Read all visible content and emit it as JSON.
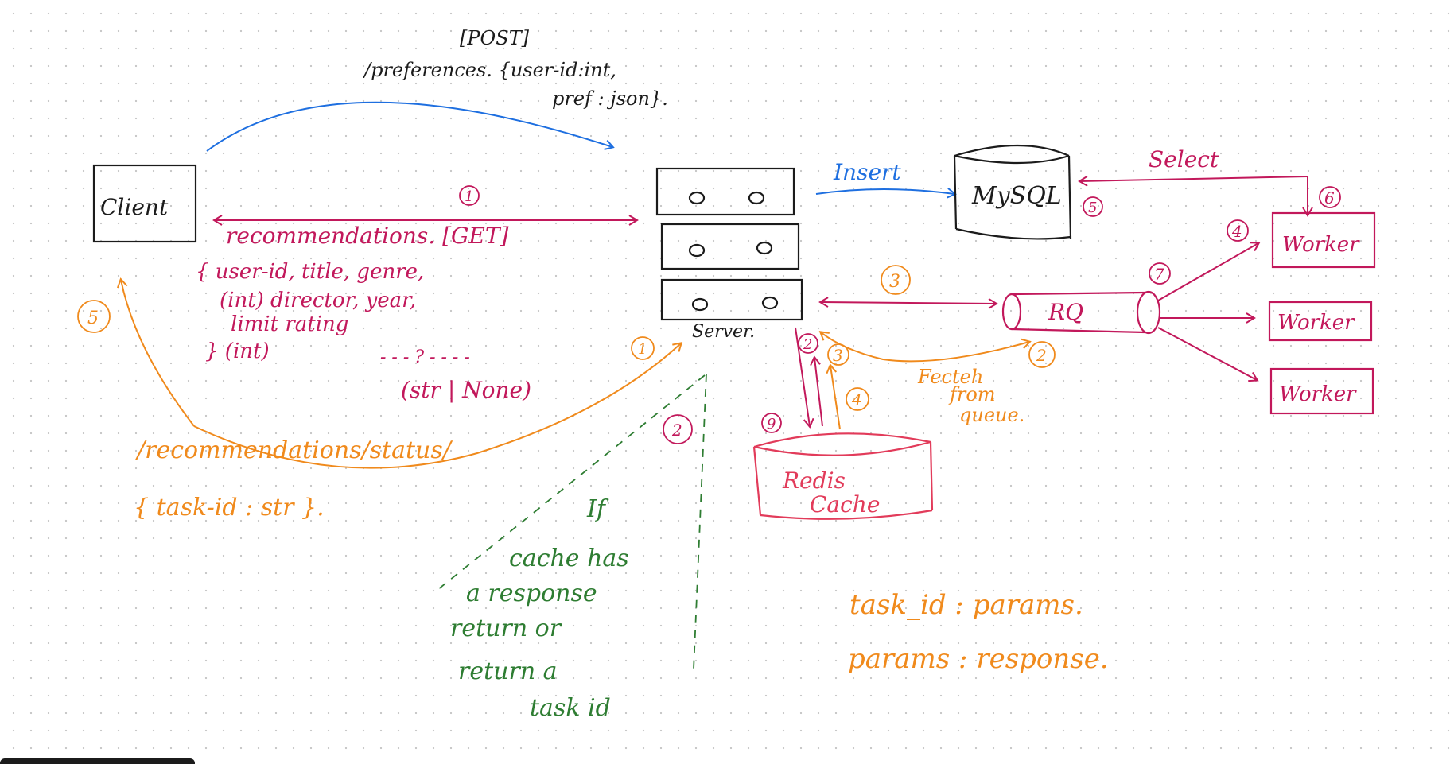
{
  "colors": {
    "black": "#1b1b1b",
    "pink": "#c2185b",
    "blue": "#1e6fe0",
    "orange": "#f08a1c",
    "green": "#2e7d32",
    "redis": "#e23b5a"
  },
  "labels": {
    "post_method": "[POST]",
    "post_endpoint": "/preferences. {user-id:int,",
    "post_body": "pref : json}.",
    "client": "Client",
    "get_step": "1",
    "get_endpoint": "recommendations. [GET]",
    "params_line1": "{ user-id,  title, genre,",
    "params_line2": "(int)    director, year,",
    "params_line3": "limit   rating",
    "params_line4": "} (int)",
    "params_dash": "- - - ? - - - -",
    "params_type": "(str | None)",
    "server": "Server.",
    "insert": "Insert",
    "mysql": "MySQL",
    "select": "Select",
    "rq": "RQ",
    "worker1": "Worker",
    "worker2": "Worker",
    "worker3": "Worker",
    "redis_line1": "Redis",
    "redis_line2": "Cache",
    "fetch_line1": "Fecteh",
    "fetch_line2": "from",
    "fetch_line3": "queue.",
    "status_endpoint": "/recommendations/status/",
    "status_body": "{ task-id : str }.",
    "cache_note": [
      "If",
      "cache has",
      "a response",
      "return  or",
      "return  a",
      "task id"
    ],
    "task_map1": "task_id : params.",
    "task_map2": "params : response."
  },
  "steps": {
    "client_back": "5",
    "orange_in": "1",
    "green_step": "2",
    "redis_down": "2",
    "redis_up_orange": "3",
    "redis_down_orange": "4",
    "redis_nine": "9",
    "rq_step": "3",
    "fetch_step": "2",
    "mysql_step": "5",
    "worker_select": "6",
    "rq_out": "7",
    "worker_four": "4"
  },
  "icons": [
    "server-rack-icon",
    "database-cylinder-icon",
    "queue-cylinder-icon",
    "worker-box-icon"
  ]
}
